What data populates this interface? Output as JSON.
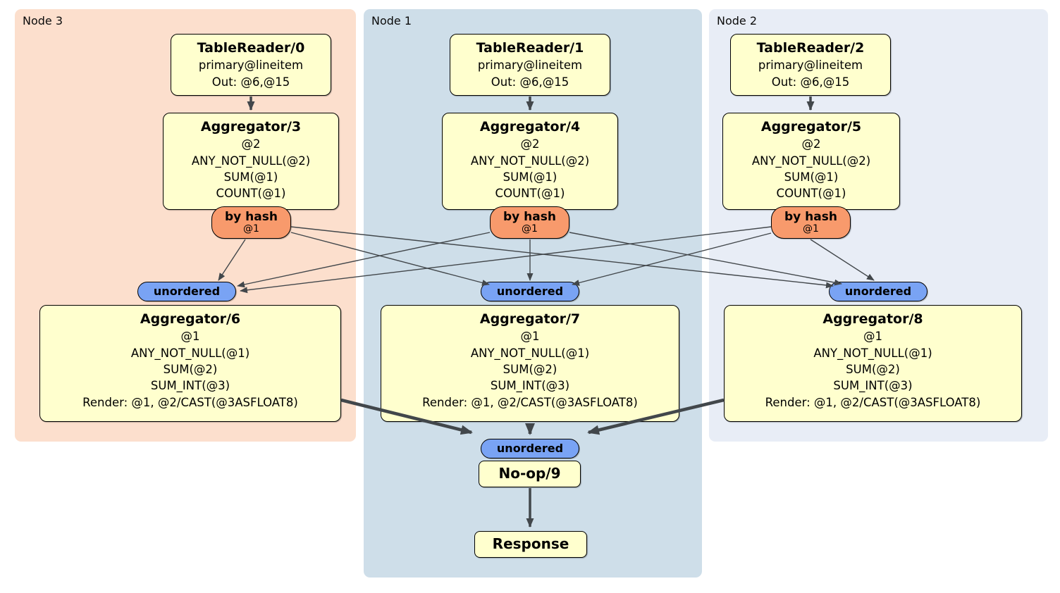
{
  "node_groups": [
    {
      "label": "Node 3"
    },
    {
      "label": "Node 1"
    },
    {
      "label": "Node 2"
    }
  ],
  "processors": {
    "tablereader0": {
      "title": "TableReader/0",
      "lines": [
        "primary@lineitem",
        "Out: @6,@15"
      ]
    },
    "tablereader1": {
      "title": "TableReader/1",
      "lines": [
        "primary@lineitem",
        "Out: @6,@15"
      ]
    },
    "tablereader2": {
      "title": "TableReader/2",
      "lines": [
        "primary@lineitem",
        "Out: @6,@15"
      ]
    },
    "aggregator3": {
      "title": "Aggregator/3",
      "lines": [
        "@2",
        "ANY_NOT_NULL(@2)",
        "SUM(@1)",
        "COUNT(@1)"
      ]
    },
    "aggregator4": {
      "title": "Aggregator/4",
      "lines": [
        "@2",
        "ANY_NOT_NULL(@2)",
        "SUM(@1)",
        "COUNT(@1)"
      ]
    },
    "aggregator5": {
      "title": "Aggregator/5",
      "lines": [
        "@2",
        "ANY_NOT_NULL(@2)",
        "SUM(@1)",
        "COUNT(@1)"
      ]
    },
    "aggregator6": {
      "title": "Aggregator/6",
      "lines": [
        "@1",
        "ANY_NOT_NULL(@1)",
        "SUM(@2)",
        "SUM_INT(@3)",
        "Render: @1, @2/CAST(@3ASFLOAT8)"
      ]
    },
    "aggregator7": {
      "title": "Aggregator/7",
      "lines": [
        "@1",
        "ANY_NOT_NULL(@1)",
        "SUM(@2)",
        "SUM_INT(@3)",
        "Render: @1, @2/CAST(@3ASFLOAT8)"
      ]
    },
    "aggregator8": {
      "title": "Aggregator/8",
      "lines": [
        "@1",
        "ANY_NOT_NULL(@1)",
        "SUM(@2)",
        "SUM_INT(@3)",
        "Render: @1, @2/CAST(@3ASFLOAT8)"
      ]
    },
    "noop9": {
      "title": "No-op/9"
    },
    "response": {
      "title": "Response"
    }
  },
  "router": {
    "label": "by hash",
    "detail": "@1"
  },
  "sync": {
    "unordered": "unordered"
  },
  "colors": {
    "node3_bg": "#fcdfcd",
    "node1_bg": "#cedee9",
    "node2_bg": "#e8edf6",
    "box_fill": "#ffffce",
    "router_fill": "#f89a6c",
    "sync_fill": "#79a3f4",
    "edge": "#42474b"
  }
}
